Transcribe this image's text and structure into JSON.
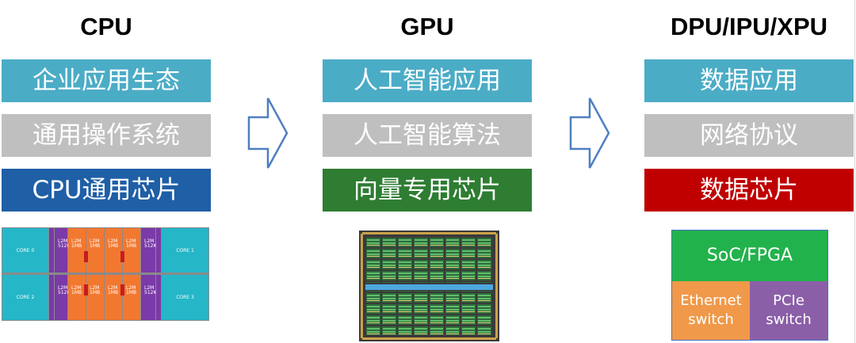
{
  "columns": [
    {
      "title": "CPU",
      "layers": [
        {
          "label": "企业应用生态",
          "color": "#4bacc6"
        },
        {
          "label": "通用操作系统",
          "color": "#bfbfbf"
        },
        {
          "label": "CPU通用芯片",
          "color": "#1f5fa6"
        }
      ],
      "cores": [
        "CORE 0",
        "CORE 1",
        "CORE 2",
        "CORE 3"
      ],
      "cache_labels": [
        "L2M",
        "512K",
        "L2M",
        "1MB"
      ]
    },
    {
      "title": "GPU",
      "layers": [
        {
          "label": "人工智能应用",
          "color": "#4bacc6"
        },
        {
          "label": "人工智能算法",
          "color": "#bfbfbf"
        },
        {
          "label": "向量专用芯片",
          "color": "#2e7d32"
        }
      ]
    },
    {
      "title": "DPU/IPU/XPU",
      "layers": [
        {
          "label": "数据应用",
          "color": "#4bacc6"
        },
        {
          "label": "网络协议",
          "color": "#bfbfbf"
        },
        {
          "label": "数据芯片",
          "color": "#c00000"
        }
      ],
      "blocks": {
        "soc": "SoC/FPGA",
        "ethernet_line1": "Ethernet",
        "ethernet_line2": "switch",
        "pcie_line1": "PCIe",
        "pcie_line2": "switch"
      }
    }
  ],
  "arrow_color": "#4f7fc0"
}
